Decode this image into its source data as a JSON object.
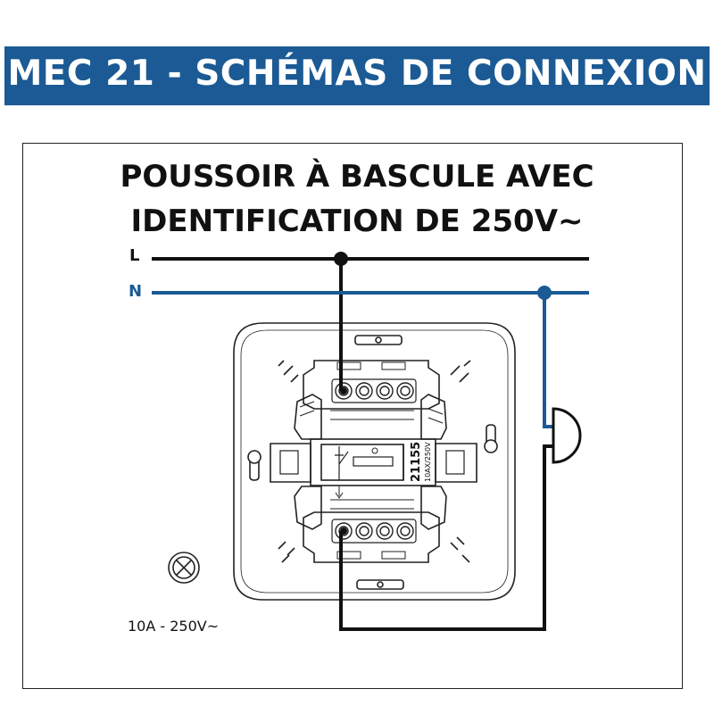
{
  "header": {
    "title": "MEC 21 - SCHÉMAS DE CONNEXION"
  },
  "diagram": {
    "title_line1": "POUSSOIR À BASCULE AVEC",
    "title_line2": "IDENTIFICATION DE 250V~",
    "wire_l": "L",
    "wire_n": "N",
    "model_number": "21155",
    "model_rating": "10AX/250V",
    "rating": "10A - 250V~"
  },
  "colors": {
    "header_bg": "#1b5a94",
    "neutral_wire": "#1b5a94",
    "live_wire": "#111111"
  },
  "icons": [
    "lamp-symbol-icon",
    "pushbutton-symbol-icon"
  ]
}
